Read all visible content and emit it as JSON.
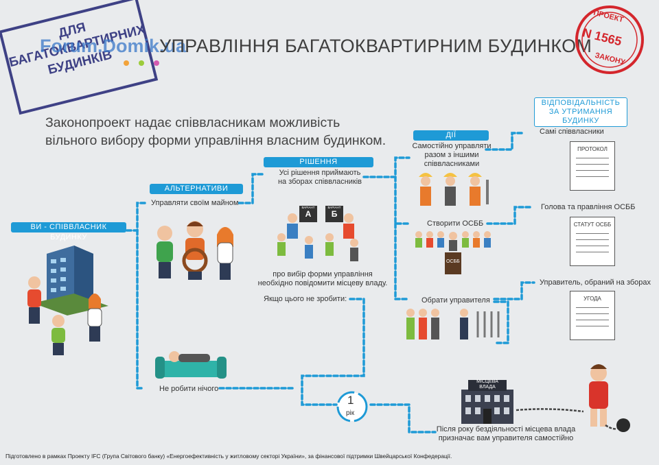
{
  "title": "УПРАВЛІННЯ БАГАТОКВАРТИРНИМ БУДИНКОМ",
  "subtitle_line1": "Законопроект надає співвласникам можливість",
  "subtitle_line2": "вільного вибору форми управління власним будинком.",
  "stamp_left": {
    "l1": "ДЛЯ",
    "l2": "БАГАТОКВАРТИРНИХ",
    "l3": "БУДИНКІВ"
  },
  "stamp_right": {
    "top": "ПРОЕКТ",
    "number": "N 1565",
    "bottom": "ЗАКОНУ"
  },
  "watermark": "Forum.Domik.ua",
  "labels": {
    "owner": "ВИ - СПІВВЛАСНИК БУДИНКУ",
    "alternatives": "АЛЬТЕРНАТИВИ",
    "decision": "РІШЕННЯ",
    "actions": "ДІЇ",
    "responsibility": "ВІДПОВІДАЛЬНІСТЬ ЗА УТРИМАННЯ БУДИНКУ"
  },
  "texts": {
    "manage_property": "Управляти своїм майном",
    "do_nothing": "Не робити нічого",
    "all_decisions_1": "Усі рішення приймають",
    "all_decisions_2": "на зборах співвласників",
    "notify_1": "про вибір форми управління",
    "notify_2": "необхідно повідомити місцеву владу.",
    "if_not": "Якщо цього не зробити:",
    "self_manage_1": "Самостійно управляти",
    "self_manage_2": "разом з іншими",
    "self_manage_3": "співвласниками",
    "create_osbb": "Створити ОСББ",
    "choose_manager": "Обрати управителя",
    "owners_themselves": "Самі співвласники",
    "head_board": "Голова та правління ОСББ",
    "manager_elected": "Управитель, обраний на зборах",
    "after_year_1": "Після року бездіяльності місцева влада",
    "after_year_2": "призначає вам управителя самостійно",
    "timer_number": "1",
    "timer_unit": "рік",
    "variant_a_label": "ВАРІАНТ",
    "variant_a": "А",
    "variant_b_label": "ВАРІАНТ",
    "variant_b": "Б",
    "osbb_podium": "ОСББ",
    "local_gov_1": "МІСЦЕВА",
    "local_gov_2": "ВЛАДА"
  },
  "documents": {
    "protocol": "ПРОТОКОЛ",
    "statute": "СТАТУТ ОСББ",
    "agreement": "УГОДА"
  },
  "footer": "Підготовлено в рамках Проекту IFC (Група Світового банку) «Енергоефективність у житловому секторі України», за фінансової підтримки Швейцарської Конфедерації.",
  "colors": {
    "accent": "#1e9ad6",
    "stamp_blue": "#2c2f7a",
    "stamp_red": "#d4262c",
    "background": "#e9ebed"
  }
}
